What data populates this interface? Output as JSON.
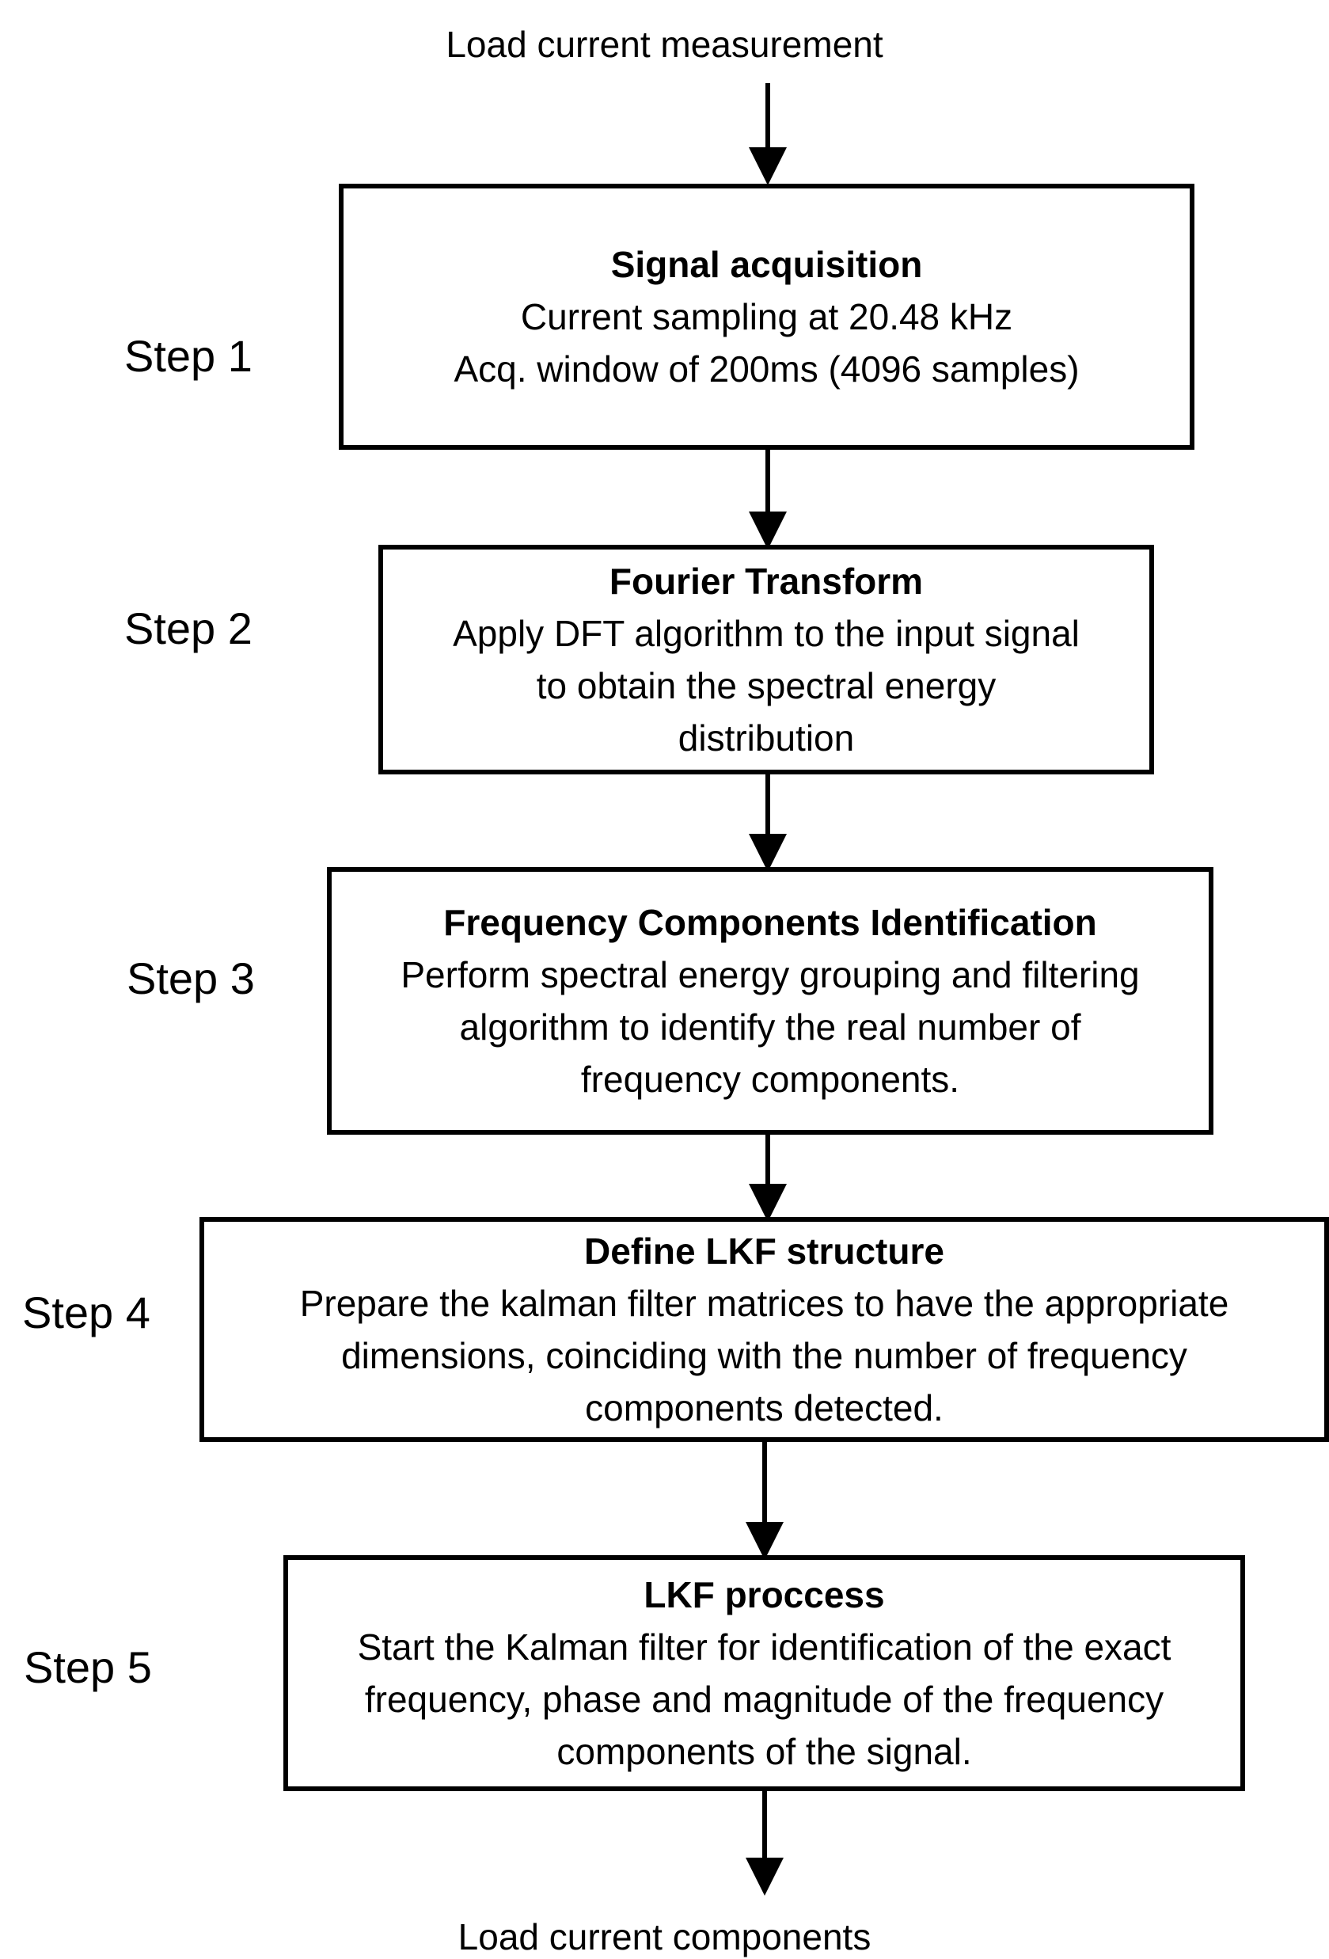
{
  "input": "Load current measurement",
  "output": "Load current components",
  "steps": [
    {
      "label": "Step 1",
      "title": "Signal acquisition",
      "lines": [
        "Current sampling at 20.48 kHz",
        "Acq. window of 200ms (4096 samples)"
      ]
    },
    {
      "label": "Step 2",
      "title": "Fourier Transform",
      "lines": [
        "Apply DFT algorithm to the input signal",
        "to obtain the spectral energy",
        "distribution"
      ]
    },
    {
      "label": "Step 3",
      "title": "Frequency Components Identification",
      "lines": [
        "Perform spectral energy grouping and filtering",
        "algorithm to identify the real number of",
        "frequency components."
      ]
    },
    {
      "label": "Step 4",
      "title": "Define LKF structure",
      "lines": [
        "Prepare the kalman filter matrices to have the appropriate",
        "dimensions, coinciding with the number of frequency",
        "components detected."
      ]
    },
    {
      "label": "Step 5",
      "title": "LKF proccess",
      "lines": [
        "Start the Kalman filter for identification of the exact",
        "frequency, phase and magnitude of the frequency",
        "components of the signal."
      ]
    }
  ]
}
